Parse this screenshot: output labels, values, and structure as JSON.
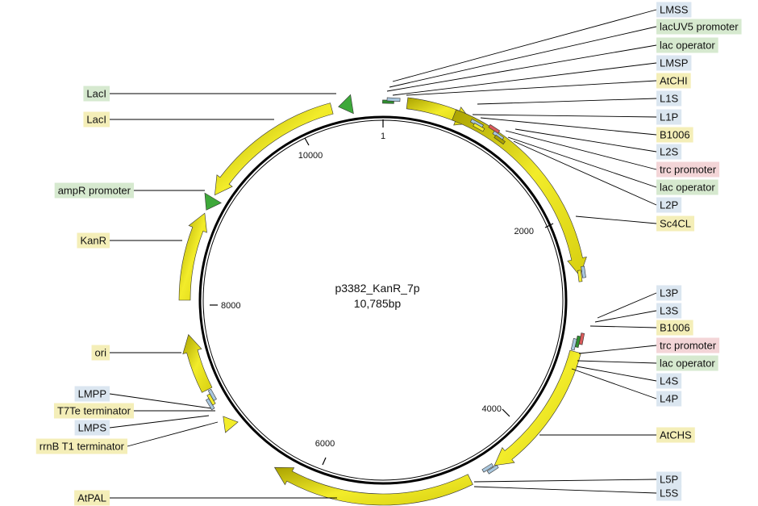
{
  "title": "p3382_KanR_7p",
  "length": "10,785bp",
  "colors": {
    "blue": "#dbe6f0",
    "green": "#d6e9cf",
    "yellow": "#f4eeb8",
    "red": "#f3d5d7",
    "cds_light": "#f2ec2a",
    "cds_dark": "#aaa200",
    "promoter": "#3ea83a",
    "operator": "#2f8f2f"
  },
  "ticks": [
    {
      "label": "1"
    },
    {
      "label": "2000"
    },
    {
      "label": "4000"
    },
    {
      "label": "6000"
    },
    {
      "label": "8000"
    },
    {
      "label": "10000"
    }
  ],
  "labels": [
    {
      "text": "LMSS",
      "color": "blue"
    },
    {
      "text": "lacUV5 promoter",
      "color": "green"
    },
    {
      "text": "lac operator",
      "color": "green"
    },
    {
      "text": "LMSP",
      "color": "blue"
    },
    {
      "text": "AtCHI",
      "color": "yellow"
    },
    {
      "text": "L1S",
      "color": "blue"
    },
    {
      "text": "L1P",
      "color": "blue"
    },
    {
      "text": "B1006",
      "color": "yellow"
    },
    {
      "text": "L2S",
      "color": "blue"
    },
    {
      "text": "trc promoter",
      "color": "red"
    },
    {
      "text": "lac operator",
      "color": "green"
    },
    {
      "text": "L2P",
      "color": "blue"
    },
    {
      "text": "Sc4CL",
      "color": "yellow"
    },
    {
      "text": "L3P",
      "color": "blue"
    },
    {
      "text": "L3S",
      "color": "blue"
    },
    {
      "text": "B1006",
      "color": "yellow"
    },
    {
      "text": "trc promoter",
      "color": "red"
    },
    {
      "text": "lac operator",
      "color": "green"
    },
    {
      "text": "L4S",
      "color": "blue"
    },
    {
      "text": "L4P",
      "color": "blue"
    },
    {
      "text": "AtCHS",
      "color": "yellow"
    },
    {
      "text": "L5P",
      "color": "blue"
    },
    {
      "text": "L5S",
      "color": "blue"
    },
    {
      "text": "AtPAL",
      "color": "yellow"
    },
    {
      "text": "rrnB T1 terminator",
      "color": "yellow"
    },
    {
      "text": "LMPS",
      "color": "blue"
    },
    {
      "text": "T7Te terminator",
      "color": "yellow"
    },
    {
      "text": "LMPP",
      "color": "blue"
    },
    {
      "text": "ori",
      "color": "yellow"
    },
    {
      "text": "KanR",
      "color": "yellow"
    },
    {
      "text": "ampR promoter",
      "color": "green"
    },
    {
      "text": "LacI",
      "color": "yellow"
    },
    {
      "text": "LacI",
      "color": "green"
    }
  ],
  "features": [
    {
      "name": "AtCHI",
      "type": "cds",
      "direction": "cw"
    },
    {
      "name": "Sc4CL",
      "type": "cds",
      "direction": "cw"
    },
    {
      "name": "AtCHS",
      "type": "cds",
      "direction": "cw"
    },
    {
      "name": "AtPAL",
      "type": "cds",
      "direction": "cw"
    },
    {
      "name": "ori",
      "type": "cds",
      "direction": "cw"
    },
    {
      "name": "KanR",
      "type": "cds",
      "direction": "cw"
    },
    {
      "name": "LacI",
      "type": "cds",
      "direction": "ccw"
    },
    {
      "name": "ampR promoter",
      "type": "promoter",
      "direction": "ccw"
    },
    {
      "name": "LacI",
      "type": "promoter",
      "direction": "ccw"
    },
    {
      "name": "rrnB T1 terminator",
      "type": "terminator",
      "direction": "cw"
    }
  ]
}
